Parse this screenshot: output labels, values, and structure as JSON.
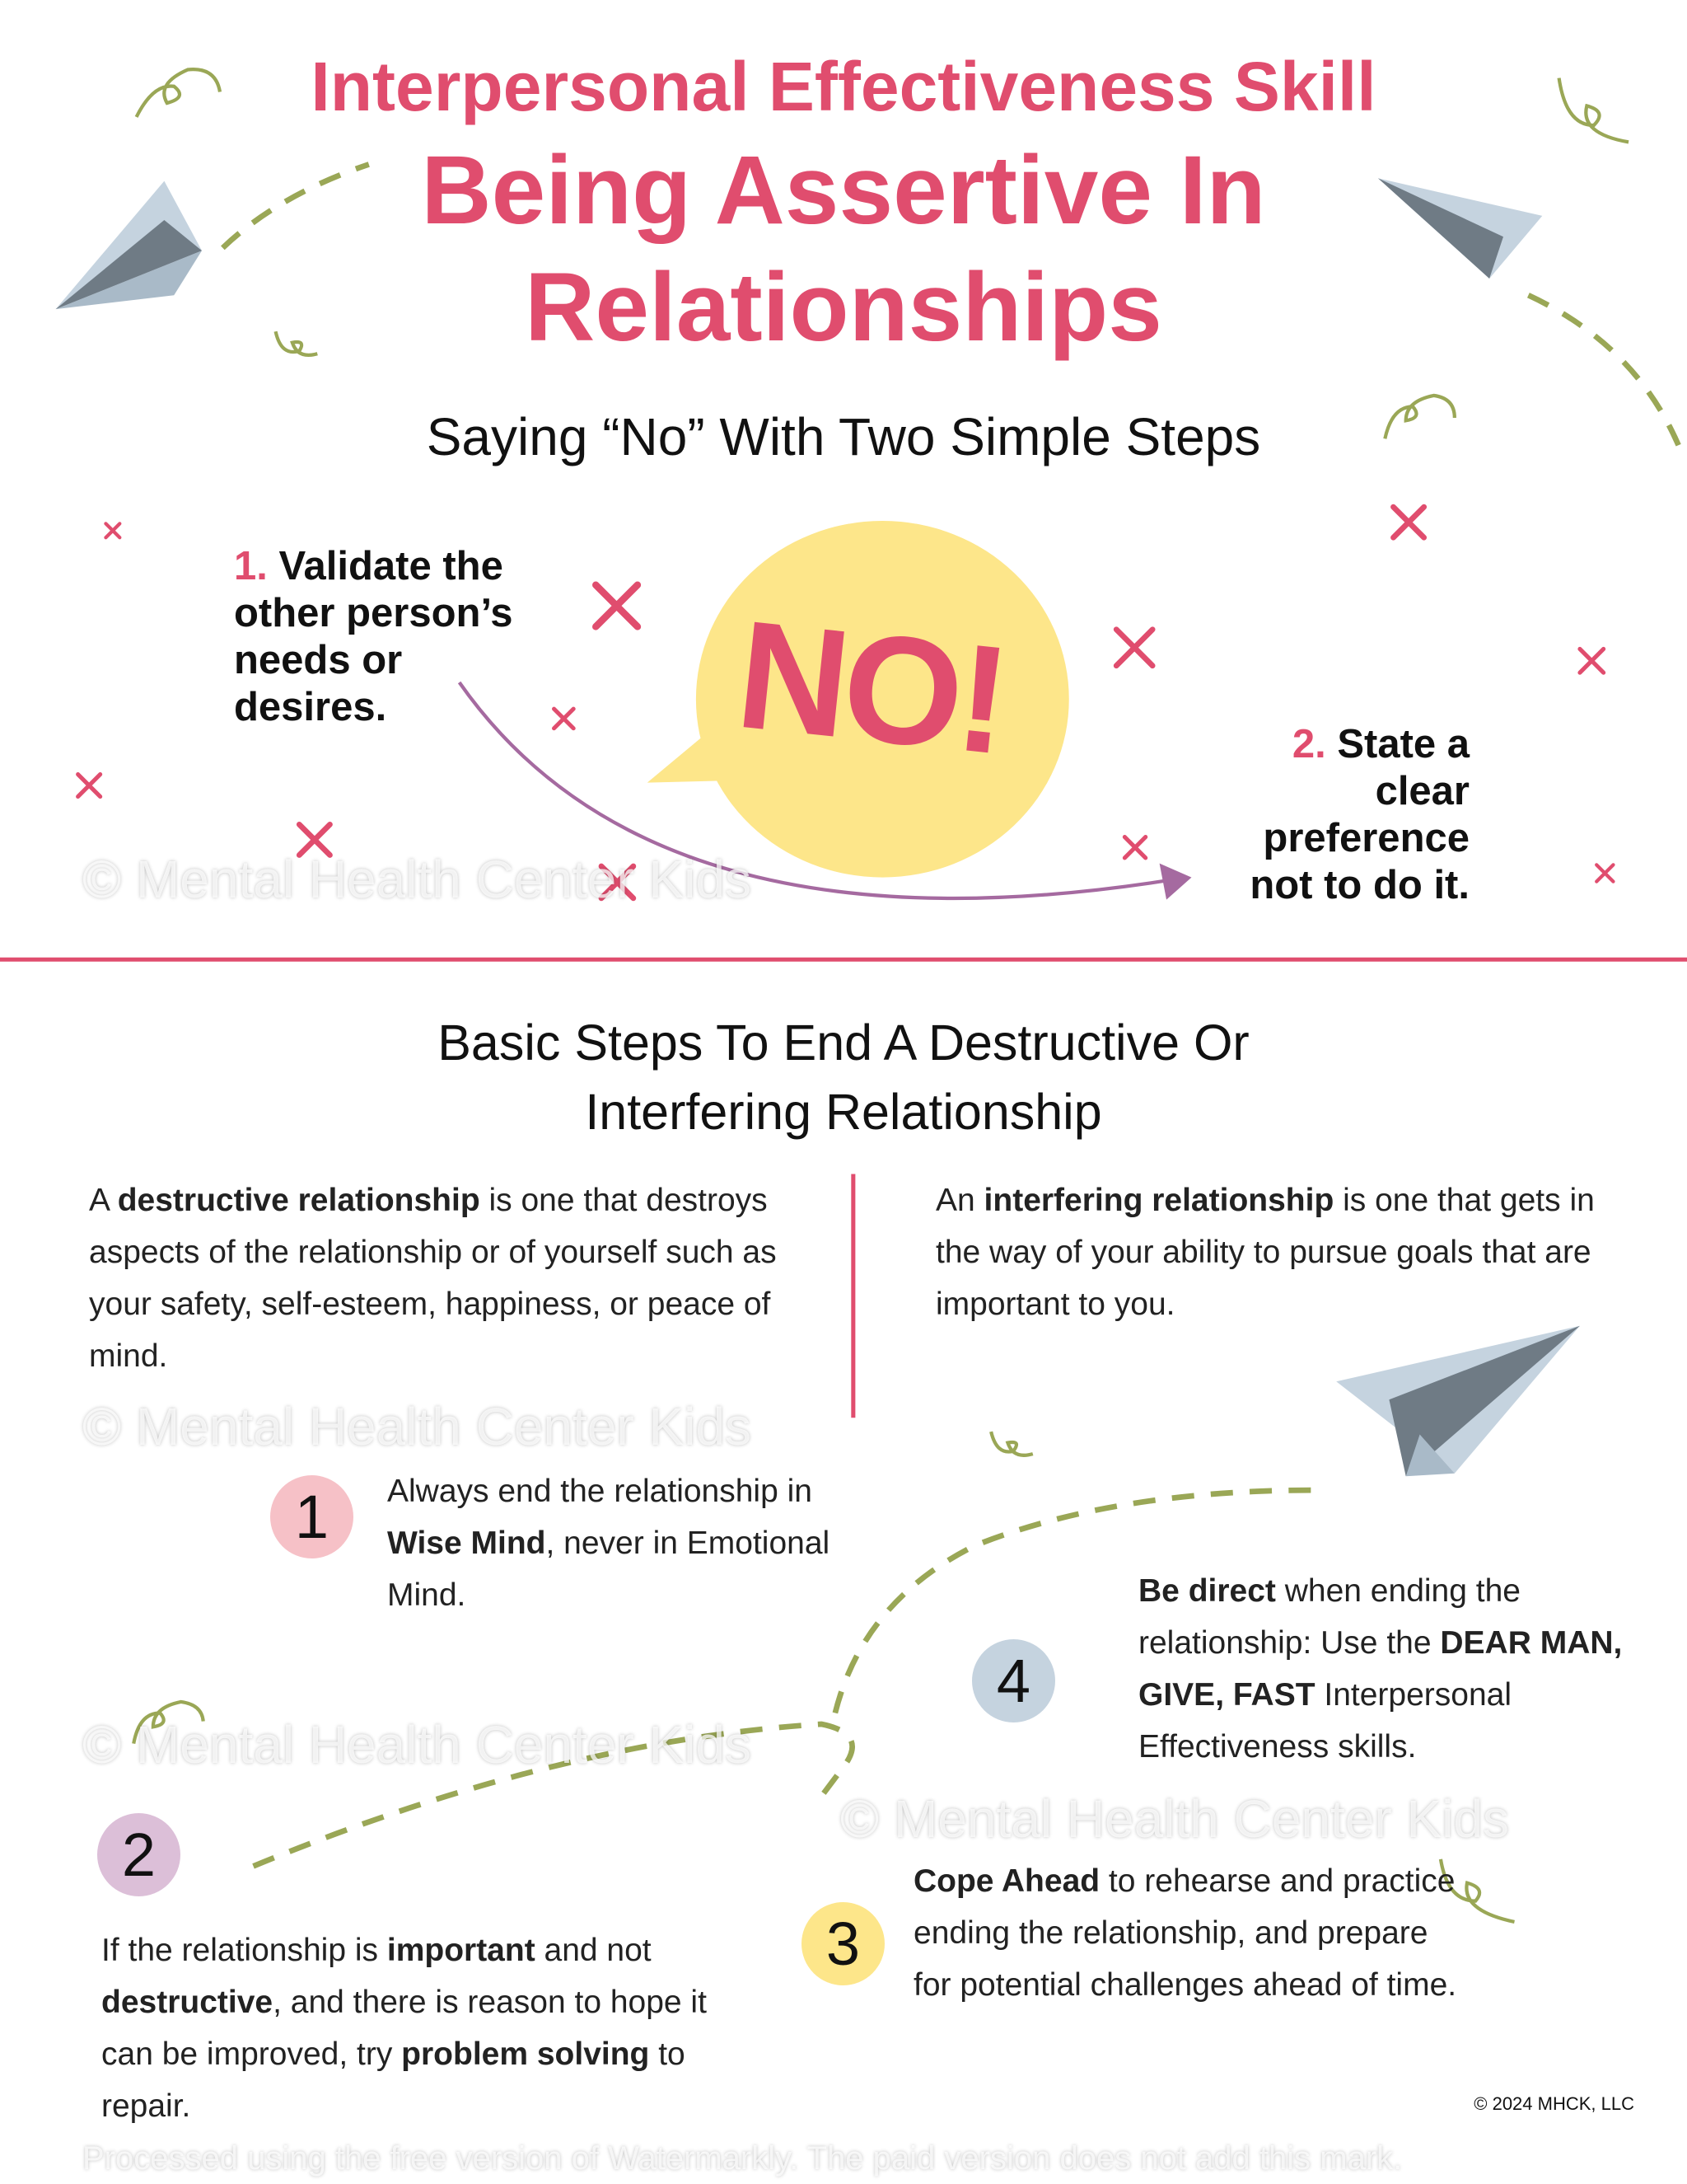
{
  "header": {
    "kicker": "Interpersonal Effectiveness Skill",
    "title_line1": "Being Assertive In",
    "title_line2": "Relationships",
    "subtitle": "Saying “No” With Two Simple Steps"
  },
  "saying_no": {
    "bubble_text": "NO!",
    "step1": {
      "number": "1.",
      "lines": [
        "Validate the",
        "other person’s",
        "needs or",
        "desires."
      ]
    },
    "step2": {
      "number": "2.",
      "lines": [
        "State a",
        "clear",
        "preference",
        "not to do it."
      ]
    }
  },
  "section2": {
    "title_line1": "Basic Steps To End A Destructive Or",
    "title_line2": "Interfering Relationship",
    "destructive": {
      "pre": "A ",
      "term": "destructive relationship",
      "post": " is one that destroys aspects of the relationship or of yourself such as your safety, self-esteem, happiness, or peace of mind."
    },
    "interfering": {
      "pre": "An ",
      "term": "interfering relationship",
      "post": " is one that gets in the way of your ability to pursue goals that are important to you."
    },
    "steps": [
      {
        "number": "1",
        "parts": [
          "Always end the relationship in ",
          "Wise Mind",
          ", never in Emotional Mind."
        ]
      },
      {
        "number": "2",
        "parts": [
          "If the relationship is ",
          "important",
          " and not ",
          "destructive",
          ", and there is reason to hope it can be improved, try ",
          "problem solving",
          " to repair."
        ]
      },
      {
        "number": "3",
        "parts": [
          "Cope Ahead",
          " to rehearse and practice ending the relationship, and prepare for potential challenges ahead of time."
        ]
      },
      {
        "number": "4",
        "parts": [
          "Be direct",
          " when ending the relationship: Use the ",
          "DEAR MAN, GIVE, FAST",
          " Interpersonal Effectiveness skills."
        ]
      }
    ]
  },
  "watermark": {
    "text": "© Mental Health Center Kids",
    "processed": "Processed using the free version of Watermarkly. The paid version does not add this mark."
  },
  "footer": {
    "copyright": "© 2024 MHCK, LLC"
  },
  "colors": {
    "accent": "#e04d6e",
    "bubble": "#fde68a",
    "dash": "#9aa756",
    "plane": "#c5d3df",
    "plane_dark": "#6f7b85",
    "badge1": "#f6c1c7",
    "badge2": "#dcbfd8",
    "badge3": "#fde68a",
    "badge4": "#c5d3df",
    "divider": "#e04d6e",
    "arrow": "#a56aa0"
  }
}
